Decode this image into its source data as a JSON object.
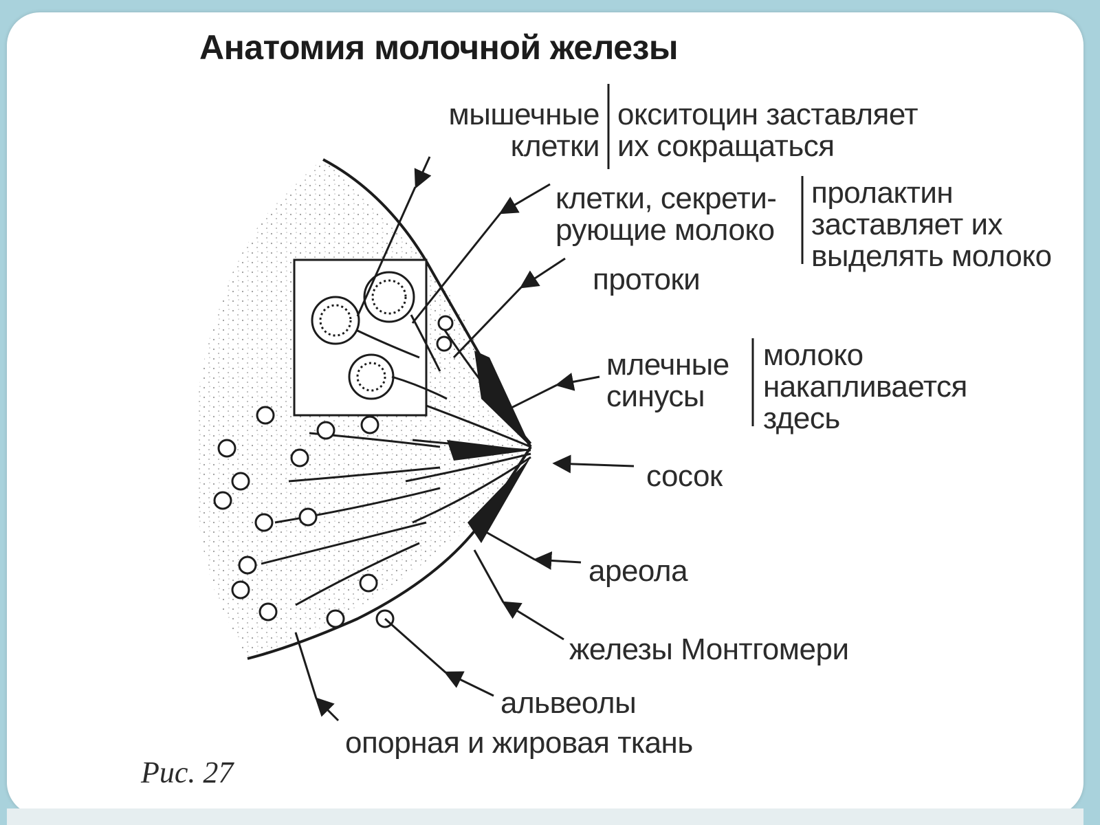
{
  "title": "Анатомия молочной железы",
  "caption": "Рис. 27",
  "labels": {
    "muscle_cells": "мышечные\nклетки",
    "muscle_note": "окситоцин заставляет\nих сокращаться",
    "secretory_cells": "клетки, секрети-\nрующие молоко",
    "secretory_note": "пролактин\nзаставляет их\nвыделять молоко",
    "ducts": "протоки",
    "sinuses": "млечные\nсинусы",
    "sinuses_note": "молоко\nнакапливается\nздесь",
    "nipple": "сосок",
    "areola": "ареола",
    "montgomery": "железы Монтгомери",
    "alveoli": "альвеолы",
    "tissue": "опорная и жировая ткань"
  },
  "colors": {
    "background": "#a9d2dc",
    "card": "#ffffff",
    "ink": "#2b2b2b"
  }
}
